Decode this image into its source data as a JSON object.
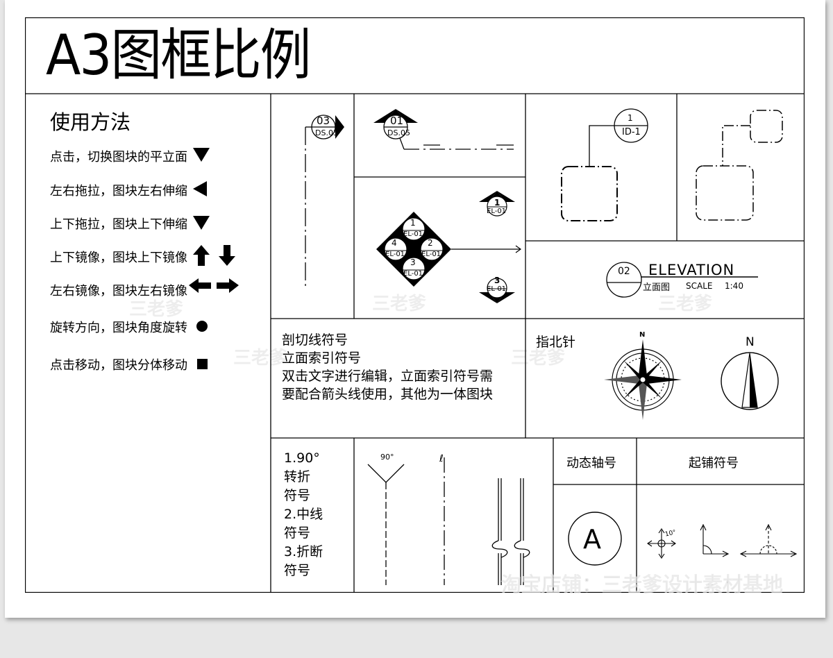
{
  "title": "A3图框比例",
  "usage": {
    "heading": "使用方法",
    "items": [
      "点击，切换图块的平立面",
      "左右拖拉，图块左右伸缩",
      "上下拖拉，图块上下伸缩",
      "上下镜像，图块上下镜像",
      "左右镜像，图块左右镜像",
      "旋转方向，图块角度旋转",
      "点击移动，图块分体移动"
    ]
  },
  "section_symbol": {
    "number": "03",
    "ref": "DS.05"
  },
  "elevation_symbol_top": {
    "number": "01",
    "ref": "DS.05"
  },
  "index_diamond": {
    "n1": "1",
    "n2": "2",
    "n3": "3",
    "n4": "4",
    "ref": "EL-01"
  },
  "index_single_top": {
    "number": "1",
    "ref": "EL-01"
  },
  "index_single_bottom": {
    "number": "3",
    "ref": "EL-01"
  },
  "detail_callout": {
    "number": "1",
    "ref": "ID-1"
  },
  "elevation_title": {
    "number": "02",
    "name": "ELEVATION",
    "sub": "立面图",
    "scale_label": "SCALE",
    "scale": "1:40"
  },
  "notes": {
    "line1": "剖切线符号",
    "line2": "立面索引符号",
    "line3": "双击文字进行编辑，立面索引符号需",
    "line4": "要配合箭头线使用，其他为一体图块"
  },
  "north": {
    "label": "指北针",
    "n1": "N",
    "n2": "N"
  },
  "break_notes": [
    "1.90°",
    "转折",
    "符号",
    "2.中线",
    "符号",
    "3.折断",
    "符号"
  ],
  "angle_label": "90°",
  "centerline_mark": "ℓ",
  "axis_header": "动态轴号",
  "pave_header": "起铺符号",
  "axis_letter": "A",
  "pave_angle": "10°",
  "watermarks": {
    "small": "三老爹",
    "store": "淘宝店铺：三老爹设计素材基地"
  }
}
